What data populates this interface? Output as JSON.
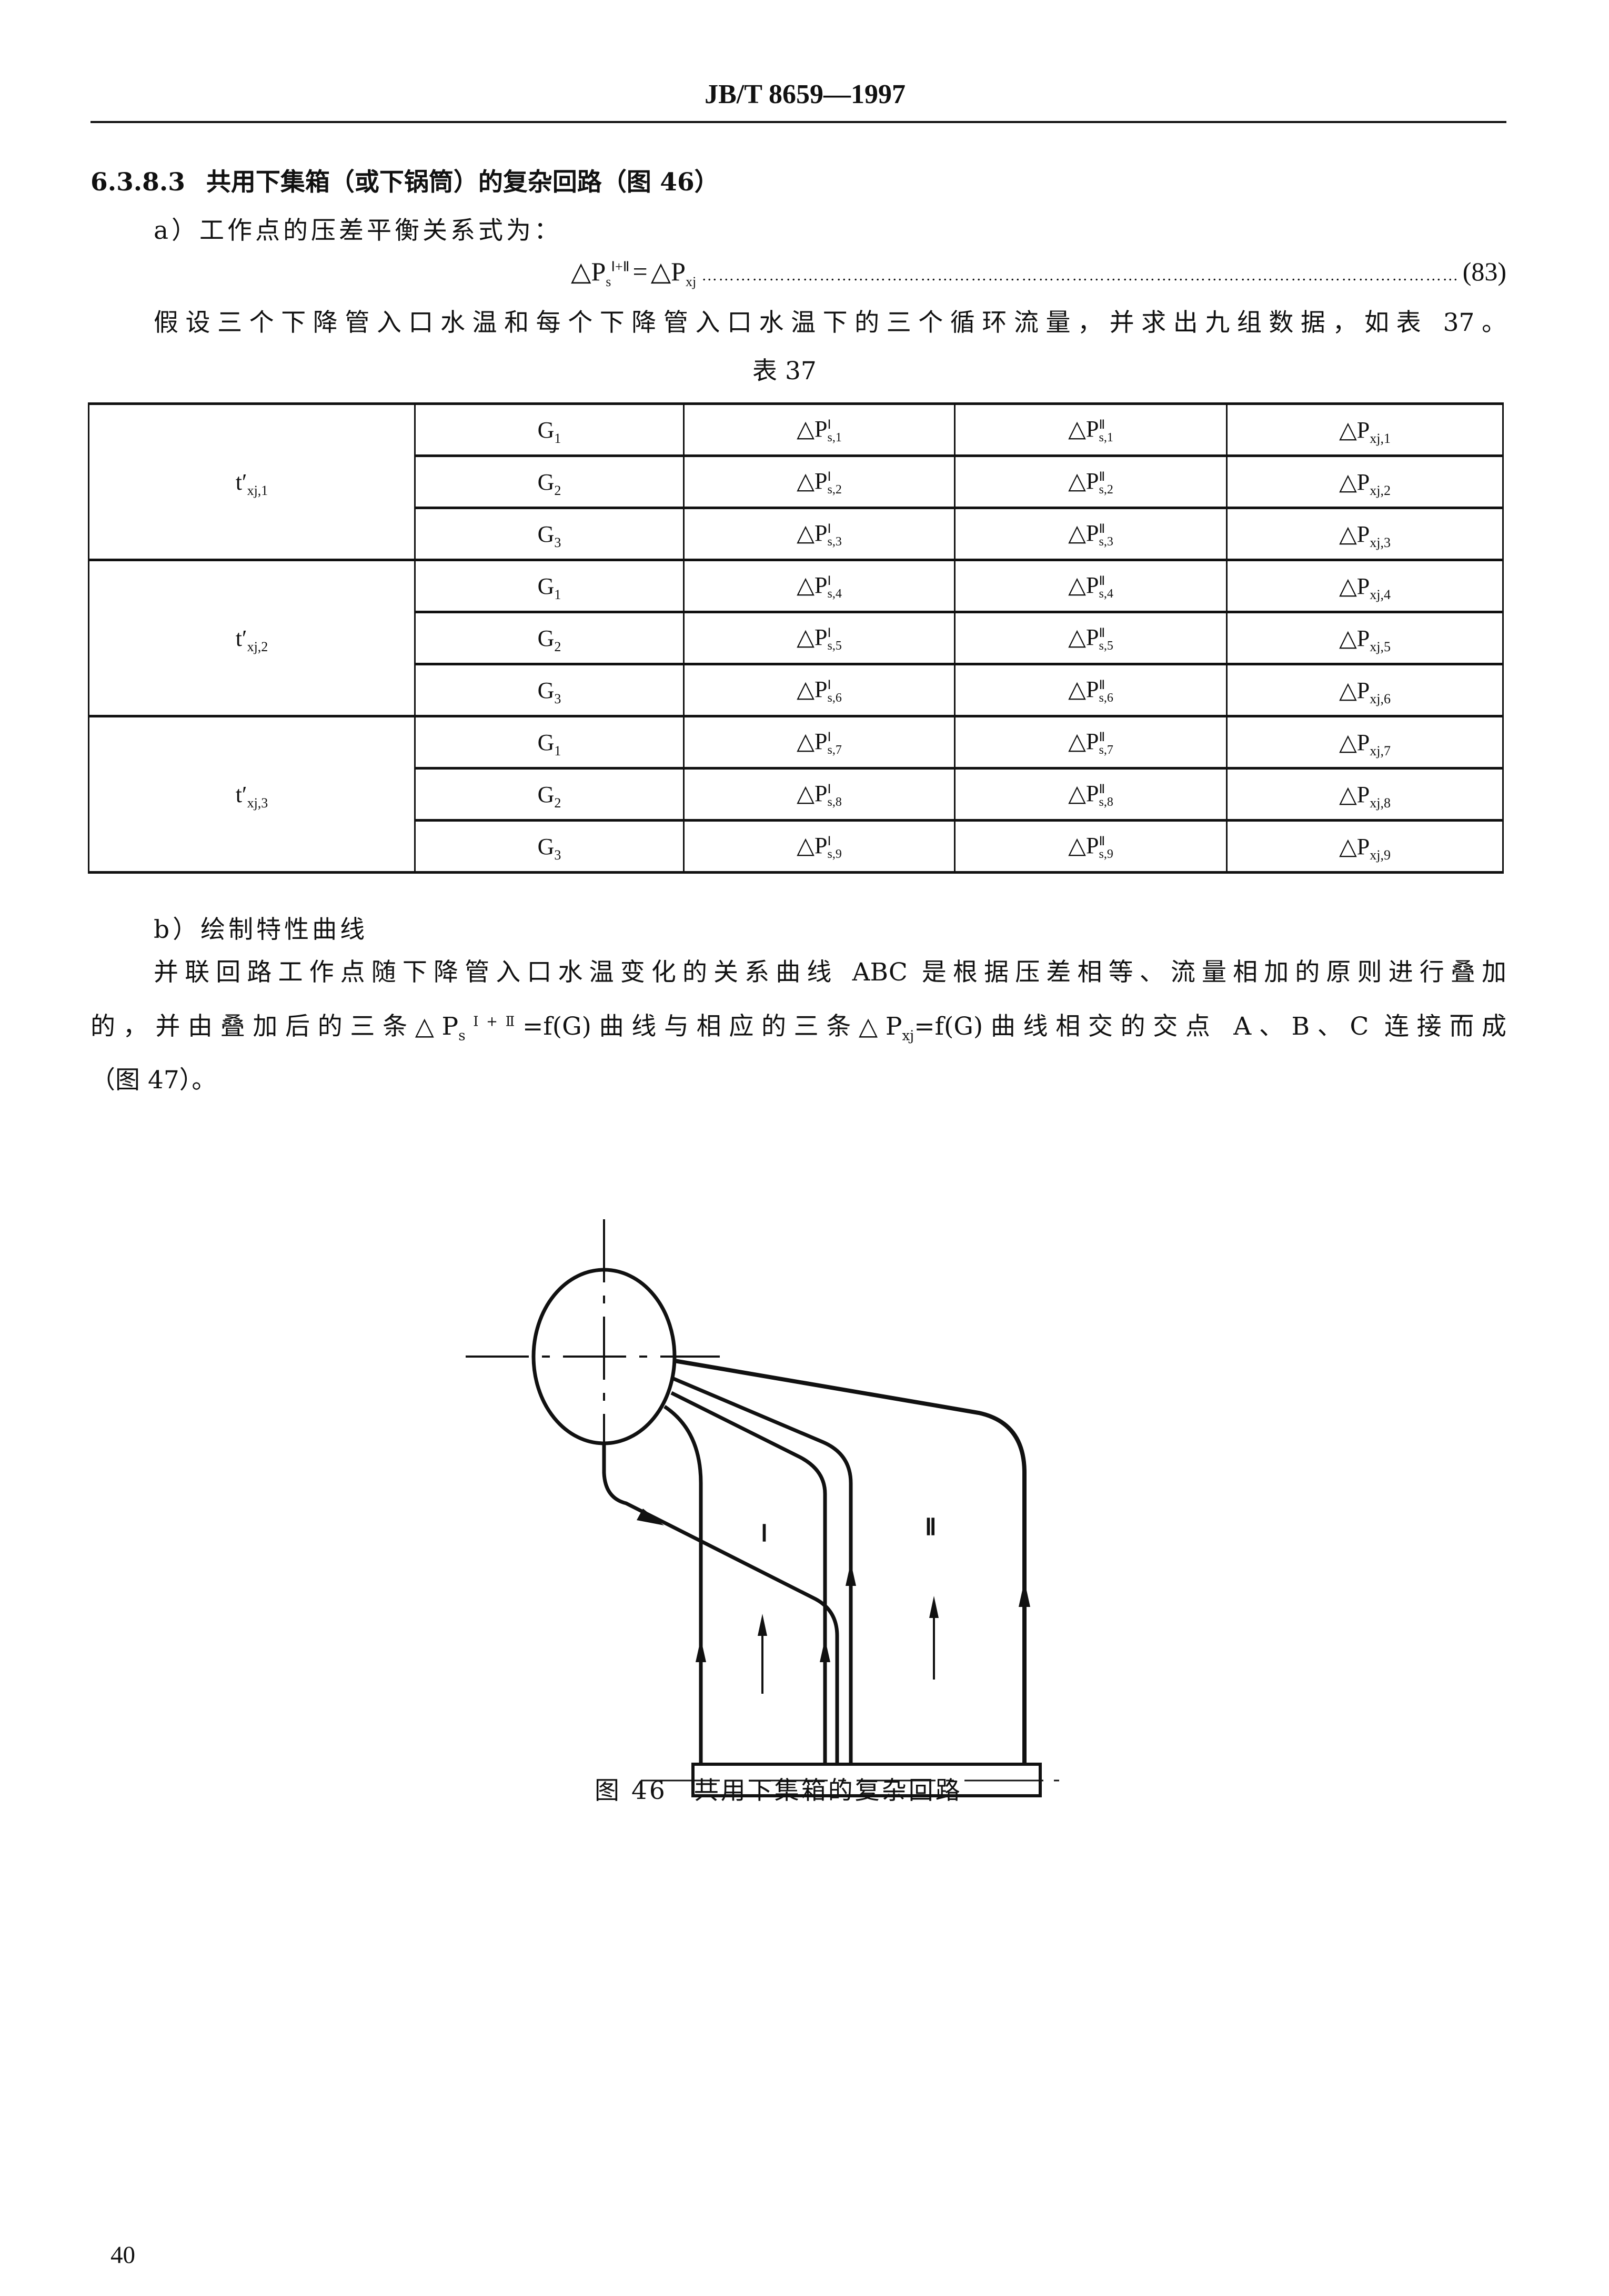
{
  "header": {
    "standard_code": "JB/T 8659—1997"
  },
  "section": {
    "heading_number": "6.3.8.3",
    "heading_text": "共用下集箱（或下锅筒）的复杂回路（图 46）",
    "item_a": "a）工作点的压差平衡关系式为：",
    "equation": {
      "lhs": "△P",
      "lhs_sub": "s",
      "lhs_sup": "Ⅰ+Ⅱ",
      "equals": "=",
      "rhs": "△P",
      "rhs_sub": "xj",
      "dots": "…………………………………………………………………………………………………………………………",
      "number": "(83)"
    },
    "paragraph_1": "假设三个下降管入口水温和每个下降管入口水温下的三个循环流量，并求出九组数据，如表 37。",
    "table_caption": "表 37",
    "item_b": "b）绘制特性曲线",
    "paragraph_2_line1": "并联回路工作点随下降管入口水温变化的关系曲线 ABC 是根据压差相等、流量相加的原则进行叠加",
    "paragraph_2_line2": {
      "part1": "的，并由叠加后的三条△P",
      "sub1": "s",
      "sup1": "Ⅰ+Ⅱ",
      "part2": "=f(G)曲线与相应的三条△P",
      "sub2": "xj",
      "part3": "=f(G)曲线相交的交点 A、B、C 连接而成"
    },
    "paragraph_2_line3": "（图 47）。"
  },
  "table": {
    "groups": [
      {
        "t": "t′",
        "t_sub": "xj,1",
        "rows": [
          {
            "g": "G",
            "g_sub": "1",
            "c1": "△P",
            "c1_sup": "Ⅰ",
            "c1_sub": "s,1",
            "c2": "△P",
            "c2_sup": "Ⅱ",
            "c2_sub": "s,1",
            "c3": "△P",
            "c3_sub": "xj,1"
          },
          {
            "g": "G",
            "g_sub": "2",
            "c1": "△P",
            "c1_sup": "Ⅰ",
            "c1_sub": "s,2",
            "c2": "△P",
            "c2_sup": "Ⅱ",
            "c2_sub": "s,2",
            "c3": "△P",
            "c3_sub": "xj,2"
          },
          {
            "g": "G",
            "g_sub": "3",
            "c1": "△P",
            "c1_sup": "Ⅰ",
            "c1_sub": "s,3",
            "c2": "△P",
            "c2_sup": "Ⅱ",
            "c2_sub": "s,3",
            "c3": "△P",
            "c3_sub": "xj,3"
          }
        ]
      },
      {
        "t": "t′",
        "t_sub": "xj,2",
        "rows": [
          {
            "g": "G",
            "g_sub": "1",
            "c1": "△P",
            "c1_sup": "Ⅰ",
            "c1_sub": "s,4",
            "c2": "△P",
            "c2_sup": "Ⅱ",
            "c2_sub": "s,4",
            "c3": "△P",
            "c3_sub": "xj,4"
          },
          {
            "g": "G",
            "g_sub": "2",
            "c1": "△P",
            "c1_sup": "Ⅰ",
            "c1_sub": "s,5",
            "c2": "△P",
            "c2_sup": "Ⅱ",
            "c2_sub": "s,5",
            "c3": "△P",
            "c3_sub": "xj,5"
          },
          {
            "g": "G",
            "g_sub": "3",
            "c1": "△P",
            "c1_sup": "Ⅰ",
            "c1_sub": "s,6",
            "c2": "△P",
            "c2_sup": "Ⅱ",
            "c2_sub": "s,6",
            "c3": "△P",
            "c3_sub": "xj,6"
          }
        ]
      },
      {
        "t": "t′",
        "t_sub": "xj,3",
        "rows": [
          {
            "g": "G",
            "g_sub": "1",
            "c1": "△P",
            "c1_sup": "Ⅰ",
            "c1_sub": "s,7",
            "c2": "△P",
            "c2_sup": "Ⅱ",
            "c2_sub": "s,7",
            "c3": "△P",
            "c3_sub": "xj,7"
          },
          {
            "g": "G",
            "g_sub": "2",
            "c1": "△P",
            "c1_sup": "Ⅰ",
            "c1_sub": "s,8",
            "c2": "△P",
            "c2_sup": "Ⅱ",
            "c2_sub": "s,8",
            "c3": "△P",
            "c3_sub": "xj,8"
          },
          {
            "g": "G",
            "g_sub": "3",
            "c1": "△P",
            "c1_sup": "Ⅰ",
            "c1_sub": "s,9",
            "c2": "△P",
            "c2_sup": "Ⅱ",
            "c2_sub": "s,9",
            "c3": "△P",
            "c3_sub": "xj,9"
          }
        ]
      }
    ]
  },
  "figure": {
    "circuit_label_1": "Ⅰ",
    "circuit_label_2": "Ⅱ",
    "caption": "图 46　共用下集箱的复杂回路"
  },
  "page_number": "40"
}
